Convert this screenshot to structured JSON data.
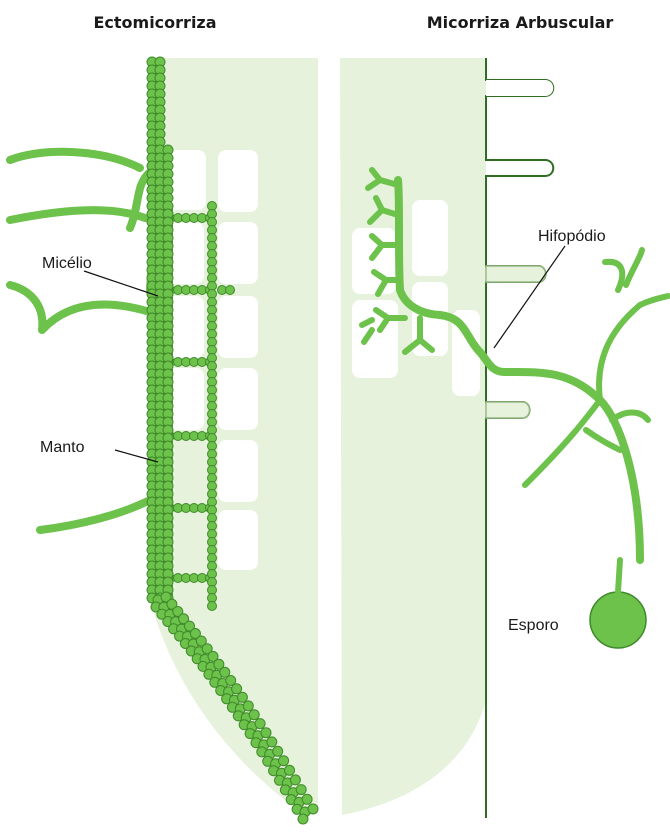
{
  "titles": {
    "left": "Ectomicorriza",
    "right": "Micorriza Arbuscular"
  },
  "labels": {
    "micelio": "Micélio",
    "manto": "Manto",
    "hifopodio": "Hifopódio",
    "esporo": "Esporo"
  },
  "colors": {
    "root": "#e6f2dc",
    "fungus": "#6cc24a",
    "fungus_dark": "#3f8a2a",
    "cell": "#ffffff",
    "text": "#1a1a1a"
  }
}
